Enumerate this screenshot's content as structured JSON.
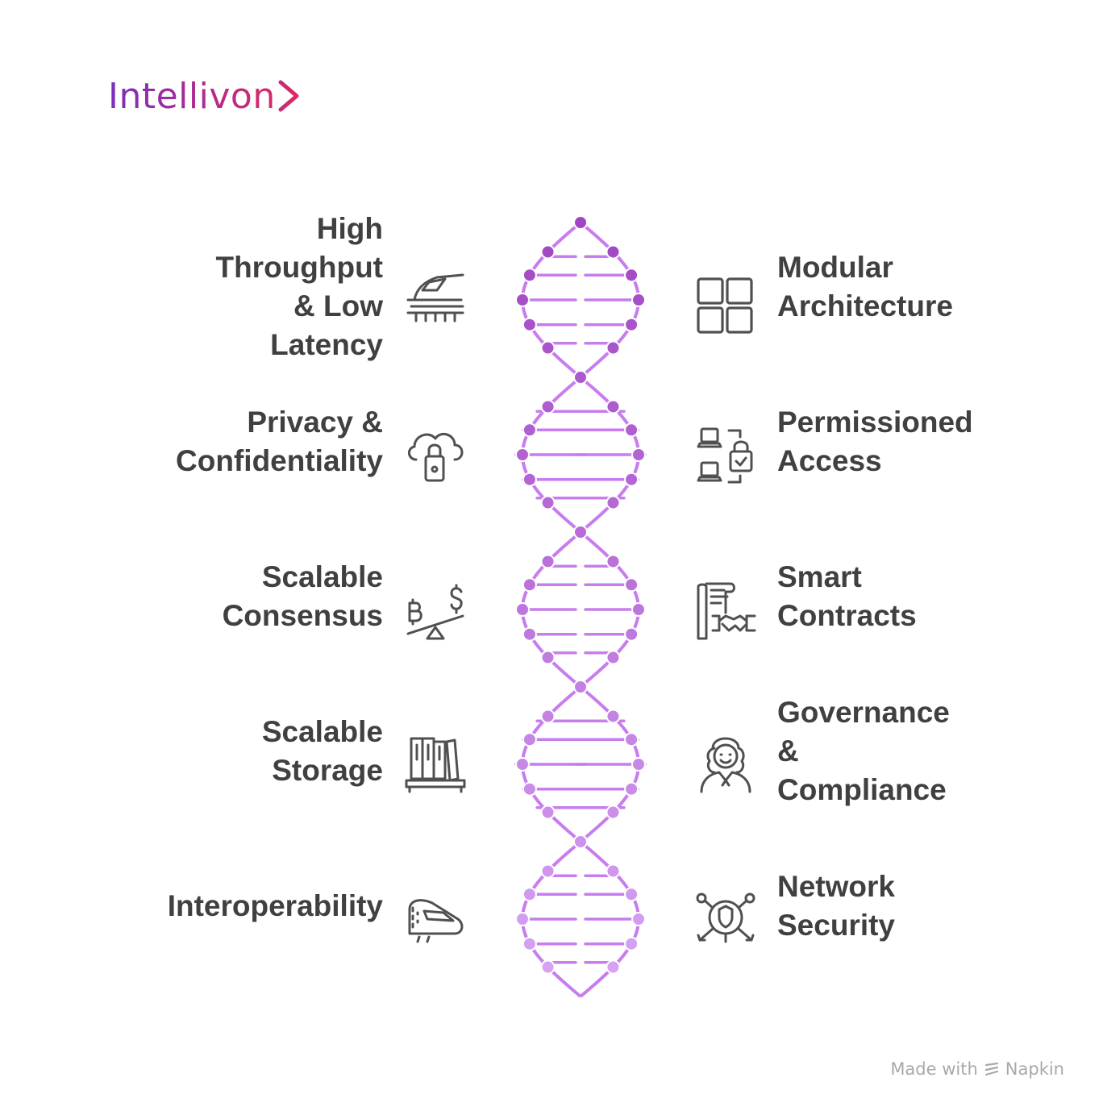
{
  "brand": {
    "name": "Intellivon"
  },
  "left_items": [
    {
      "label": "High\nThroughput\n& Low\nLatency",
      "icon": "train-icon"
    },
    {
      "label": "Privacy &\nConfidentiality",
      "icon": "cloud-lock-icon"
    },
    {
      "label": "Scalable\nConsensus",
      "icon": "balance-seesaw-icon"
    },
    {
      "label": "Scalable\nStorage",
      "icon": "bookshelf-icon"
    },
    {
      "label": "Interoperability",
      "icon": "bullet-train-icon"
    }
  ],
  "right_items": [
    {
      "label": "Modular\nArchitecture",
      "icon": "grid-modules-icon"
    },
    {
      "label": "Permissioned\nAccess",
      "icon": "devices-lock-icon"
    },
    {
      "label": "Smart\nContracts",
      "icon": "contract-handshake-icon"
    },
    {
      "label": "Governance\n&\nCompliance",
      "icon": "judge-icon"
    },
    {
      "label": "Network\nSecurity",
      "icon": "network-shield-icon"
    }
  ],
  "footer": {
    "made_with": "Made with",
    "tool": "Napkin"
  },
  "colors": {
    "helix": "#c77dee",
    "helix_dark": "#a45bc9",
    "node_top": "#a046c2",
    "node_bottom": "#d9a6f5",
    "text": "#404040",
    "icon": "#505050",
    "credit": "#a9a9a9"
  }
}
